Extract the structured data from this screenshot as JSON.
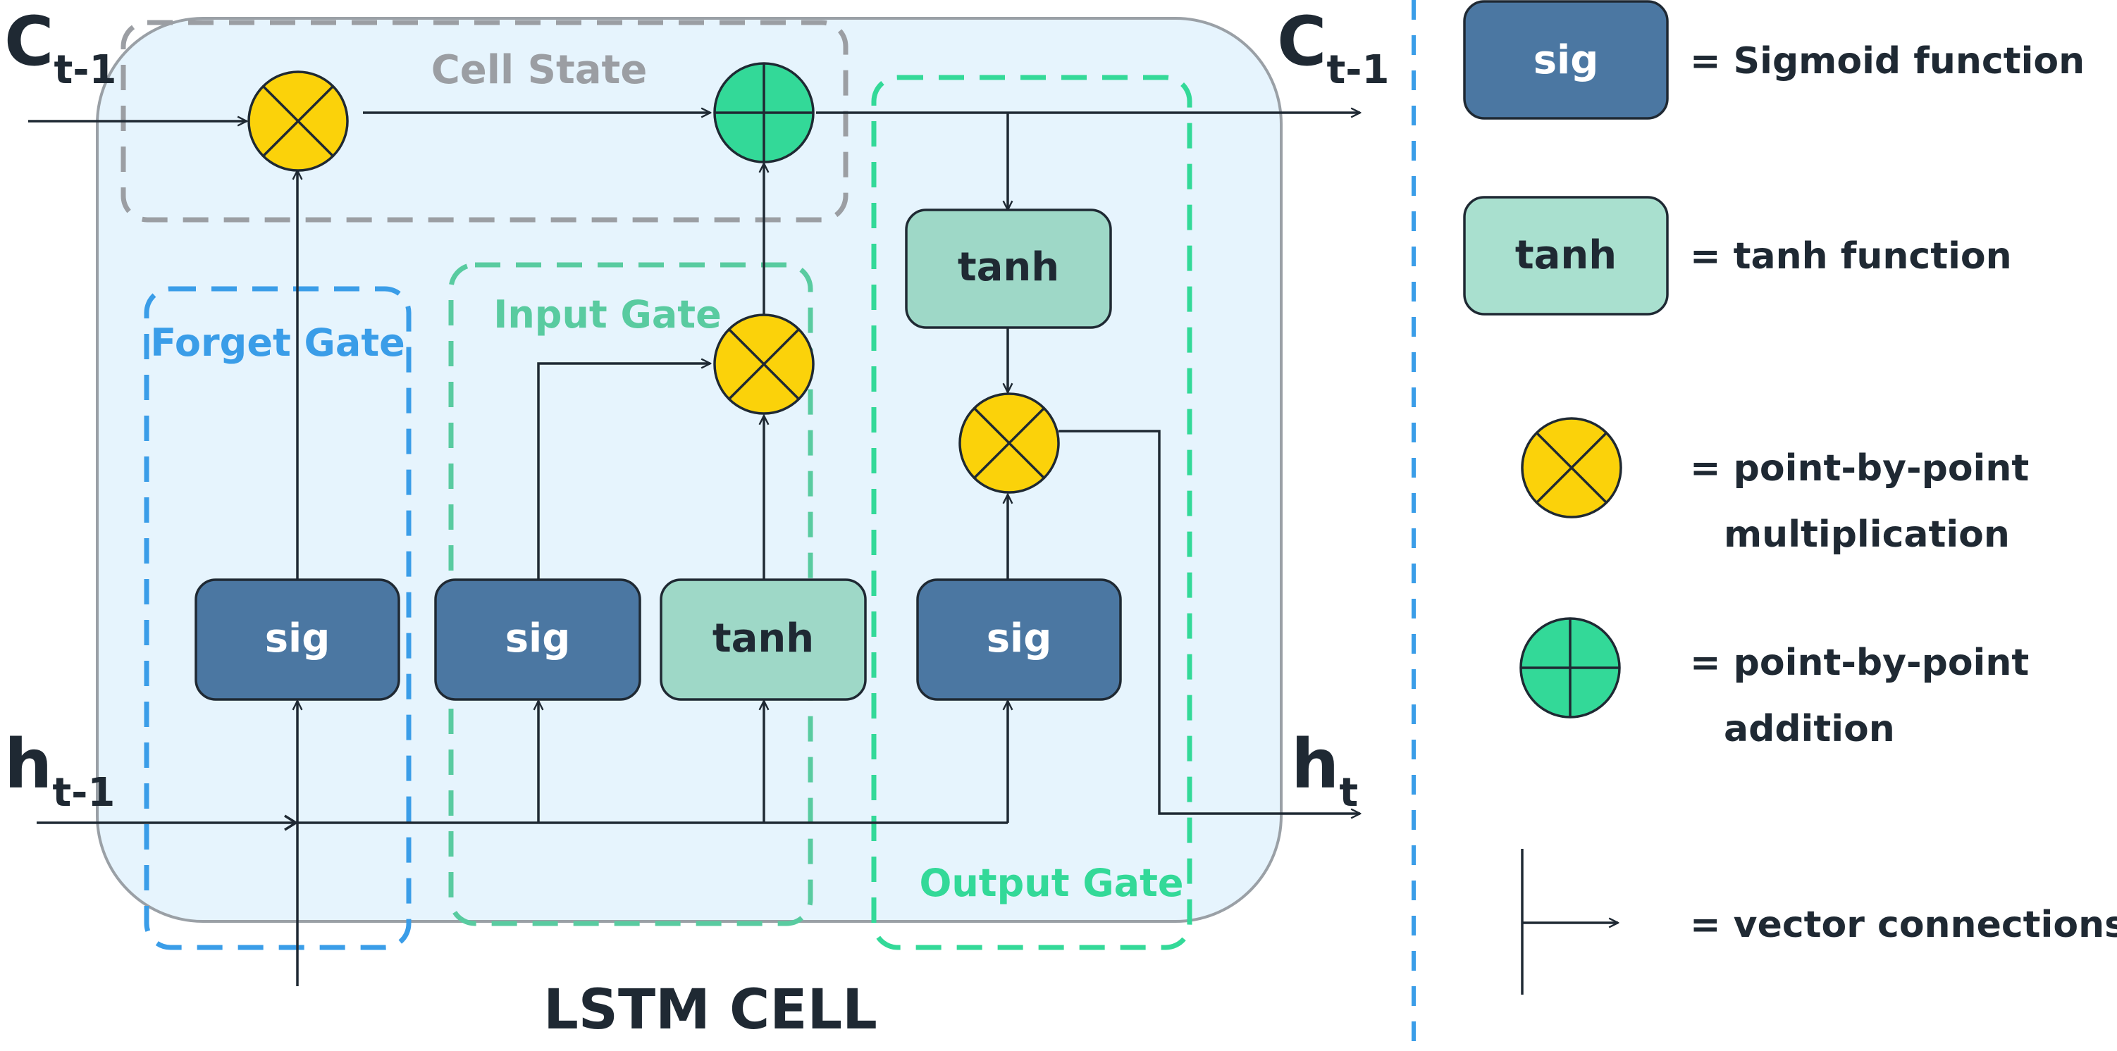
{
  "diagram": {
    "title": "LSTM CELL",
    "regions": {
      "cell_state": "Cell State",
      "forget_gate": "Forget Gate",
      "input_gate": "Input Gate",
      "output_gate": "Output Gate"
    },
    "blocks": {
      "forget_sig": "sig",
      "input_sig": "sig",
      "input_tanh": "tanh",
      "output_sig": "sig",
      "cell_tanh": "tanh"
    },
    "io": {
      "c_prev": {
        "base": "C",
        "sub": "t-1"
      },
      "c_next": {
        "base": "C",
        "sub": "t-1"
      },
      "h_prev": {
        "base": "h",
        "sub": "t-1"
      },
      "h_next": {
        "base": "h",
        "sub": "t"
      }
    }
  },
  "legend": {
    "sig_box": "sig",
    "sig_desc": "= Sigmoid function",
    "tanh_box": "tanh",
    "tanh_desc": "= tanh function",
    "mult_desc_line1": "= point-by-point",
    "mult_desc_line2": "multiplication",
    "add_desc_line1": "= point-by-point",
    "add_desc_line2": "addition",
    "vector_desc": "= vector connections"
  },
  "colors": {
    "sig": "#4b77a2",
    "tanh": "#a9e0cf",
    "multiply": "#fbd20a",
    "add": "#33d998",
    "cell_bg": "#e6f4fd",
    "cell_border": "#9aa0a6",
    "forget_gate": "#3a9de8",
    "input_gate": "#59cba0",
    "output_gate": "#33d998",
    "cell_state": "#9b9ea3",
    "divider": "#3a9de8"
  }
}
